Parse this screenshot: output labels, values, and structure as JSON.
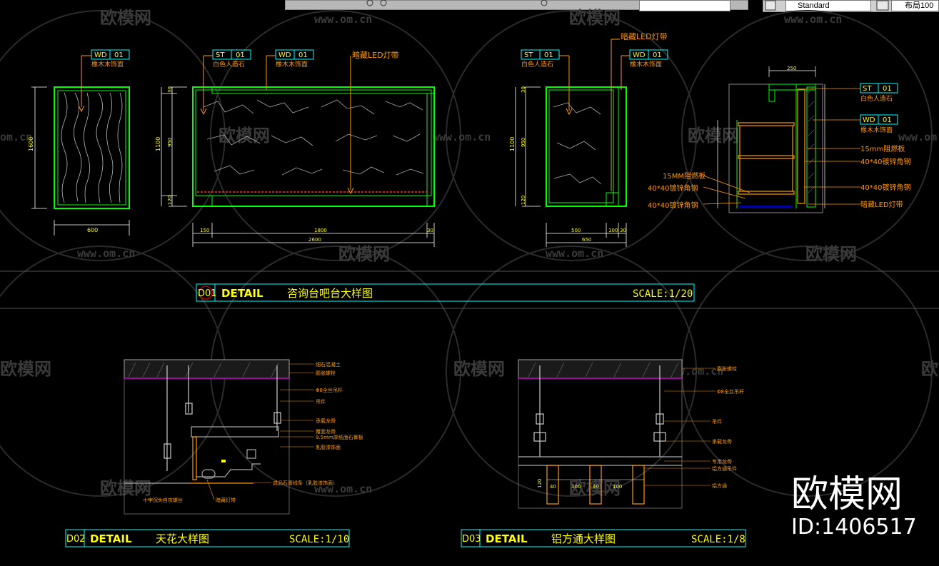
{
  "toolbar": {
    "style_select": "Standard",
    "layout_select": "布局100",
    "dim_field": ""
  },
  "watermark": {
    "brand": "欧模网",
    "url": "www.om.cn",
    "url_short": "om.cn",
    "big_brand": "欧模网",
    "big_id": "ID:1406517"
  },
  "d01": {
    "badge": "D01",
    "word": "DETAIL",
    "name": "咨询台吧台大样图",
    "scale": "SCALE:1/20",
    "v1_tag": [
      "WD",
      "01"
    ],
    "v1_note": "橡木木饰面",
    "v1_dim_h": "1600",
    "v1_dim_w": "600",
    "v2_tag1": [
      "ST",
      "01"
    ],
    "v2_note1": "白色人造石",
    "v2_tag2": [
      "WD",
      "01"
    ],
    "v2_note2": "橡木木饰面",
    "v2_led": "暗藏LED灯带",
    "v2_dim_h": "1100",
    "v2_dim_h1": "30",
    "v2_dim_h2": "950",
    "v2_dim_h3": "120",
    "v2_dim_w1": "150",
    "v2_dim_w2": "1800",
    "v2_dim_w3": "30",
    "v2_dim_wt": "2600",
    "v3_tag1": [
      "ST",
      "01"
    ],
    "v3_note1": "白色人造石",
    "v3_tag2": [
      "WD",
      "01"
    ],
    "v3_note2": "橡木木饰面",
    "v3_led": "暗藏LED灯带",
    "v3_dim_h": "1100",
    "v3_dim_h1": "30",
    "v3_dim_h2": "950",
    "v3_dim_h3": "120",
    "v3_dim_w1": "500",
    "v3_dim_w2": "100",
    "v3_dim_w3": "30",
    "v3_dim_wt": "650",
    "v4_tag1": [
      "ST",
      "01"
    ],
    "v4_note1": "白色人造石",
    "v4_tag2": [
      "WD",
      "01"
    ],
    "v4_note2": "橡木木饰面",
    "v4_r1": "15mm阻燃板",
    "v4_r2": "40*40镀锌角钢",
    "v4_r3": "40*40镀锌角钢",
    "v4_r4": "暗藏LED灯带",
    "v4_l1": "15MM阻燃板",
    "v4_l2": "40*40镀锌角钢",
    "v4_l3": "40*40镀锌角钢",
    "v4_dim_top": "250"
  },
  "d02": {
    "badge": "D02",
    "word": "DETAIL",
    "name": "天花大样图",
    "scale": "SCALE:1/10",
    "labels": [
      "细石混凝土",
      "膨胀螺栓",
      "Φ8全丝吊杆",
      "吊件",
      "承载龙骨",
      "覆面龙骨",
      "9.5mm厚纸面石膏板",
      "乳胶漆饰面"
    ],
    "bottom_label": "成品石膏线条（乳胶漆饰面）",
    "left_label": "十字沉头自攻螺丝",
    "led_label": "暗藏灯带"
  },
  "d03": {
    "badge": "D03",
    "word": "DETAIL",
    "name": "铝方通大样图",
    "scale": "SCALE:1/8",
    "labels": [
      "膨胀螺栓",
      "Φ8全丝吊杆",
      "吊件",
      "承载龙骨",
      "专用龙骨",
      "铝方通吊件",
      "铝方通"
    ],
    "dims": [
      "120",
      "40",
      "100",
      "40",
      "100"
    ]
  },
  "colors": {
    "bg": "#000000",
    "green": "#00ff00",
    "cyan": "#00ffff",
    "yellow": "#ffff00",
    "orange": "#ff9900",
    "magenta": "#ff00ff",
    "red": "#ff0000",
    "white": "#ffffff",
    "gray": "#9a9a9a"
  }
}
